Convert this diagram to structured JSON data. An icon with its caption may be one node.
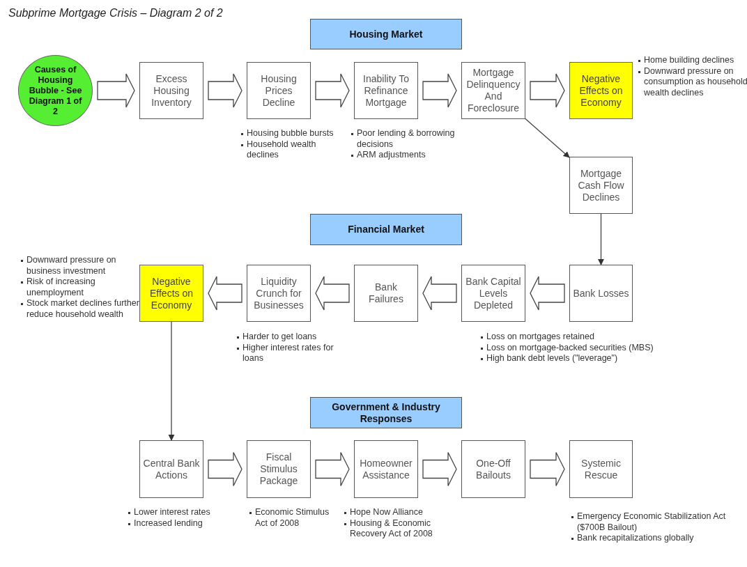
{
  "diagram": {
    "title": "Subprime Mortgage Crisis – Diagram 2 of 2",
    "nodes": [
      {
        "text": [
          "Housing Market"
        ]
      },
      {
        "text": [
          "Causes of Housing Bubble - See Diagram 1 of 2"
        ]
      },
      {
        "text": [
          "Excess Housing Inventory"
        ]
      },
      {
        "text": [
          "Housing Prices Decline"
        ],
        "beside": [
          "Housing bubble bursts",
          "Household wealth declines"
        ]
      },
      {
        "text": [
          "Inability To Refinance Mortgage"
        ],
        "beside": [
          "Poor lending & borrowing decisions",
          "ARM adjustments"
        ]
      },
      {
        "text": [
          "Mortgage Delinquency And Foreclosure"
        ]
      },
      {
        "text": [
          "Negative Effects on Economy"
        ],
        "beside": [
          "Home building declines",
          "Downward pressure on consumption as household wealth declines"
        ]
      },
      {
        "text": [
          "Mortgage Cash Flow Declines"
        ]
      },
      {
        "text": [
          "Financial Market"
        ]
      },
      {
        "text": [
          "Negative Effects on Economy"
        ],
        "beside": [
          "Downward pressure on business investment",
          "Risk of increasing unemployment",
          "Stock market declines further reduce household wealth"
        ]
      },
      {
        "text": [
          "Liquidity Crunch for Businesses"
        ],
        "beside": [
          "Harder to get loans",
          "Higher interest rates for loans"
        ]
      },
      {
        "text": [
          "Bank Failures"
        ]
      },
      {
        "text": [
          "Bank Capital Levels Depleted"
        ]
      },
      {
        "text": [
          "Bank Losses"
        ],
        "beside": [
          "Loss on mortgages retained",
          "Loss on mortgage-backed securities (MBS)",
          "High bank debt levels (\"leverage\")"
        ]
      },
      {
        "text": [
          "Government & Industry Responses"
        ]
      },
      {
        "text": [
          "Central Bank Actions"
        ],
        "beside": [
          "Lower interest rates",
          "Increased lending"
        ]
      },
      {
        "text": [
          "Fiscal Stimulus Package"
        ],
        "beside": [
          "Economic Stimulus Act of 2008"
        ]
      },
      {
        "text": [
          "Homeowner Assistance"
        ],
        "beside": [
          "Hope Now Alliance",
          "Housing & Economic Recovery Act of 2008"
        ]
      },
      {
        "text": [
          "One-Off Bailouts"
        ]
      },
      {
        "text": [
          "Systemic Rescue"
        ],
        "beside": [
          "Emergency Economic Stabilization Act ($700B Bailout)",
          "Bank recapitalizations globally"
        ]
      }
    ],
    "edges": [
      {
        "from": 1,
        "to": 2,
        "arrow": "to",
        "style": "thick"
      },
      {
        "from": 2,
        "to": 3,
        "arrow": "to",
        "style": "thick"
      },
      {
        "from": 3,
        "to": 4,
        "arrow": "to",
        "style": "thick"
      },
      {
        "from": 4,
        "to": 5,
        "arrow": "to",
        "style": "thick"
      },
      {
        "from": 5,
        "to": 6,
        "arrow": "to",
        "style": "thick"
      },
      {
        "from": 5,
        "to": 7,
        "arrow": "to"
      },
      {
        "from": 7,
        "to": 13,
        "arrow": "to"
      },
      {
        "from": 13,
        "to": 12,
        "arrow": "to",
        "style": "thick"
      },
      {
        "from": 12,
        "to": 11,
        "arrow": "to",
        "style": "thick"
      },
      {
        "from": 11,
        "to": 10,
        "arrow": "to",
        "style": "thick"
      },
      {
        "from": 10,
        "to": 9,
        "arrow": "to",
        "style": "thick"
      },
      {
        "from": 9,
        "to": 15,
        "arrow": "to"
      },
      {
        "from": 15,
        "to": 16,
        "arrow": "to",
        "style": "thick"
      },
      {
        "from": 16,
        "to": 17,
        "arrow": "to",
        "style": "thick"
      },
      {
        "from": 17,
        "to": 18,
        "arrow": "to",
        "style": "thick"
      },
      {
        "from": 18,
        "to": 19,
        "arrow": "to",
        "style": "thick"
      }
    ]
  }
}
